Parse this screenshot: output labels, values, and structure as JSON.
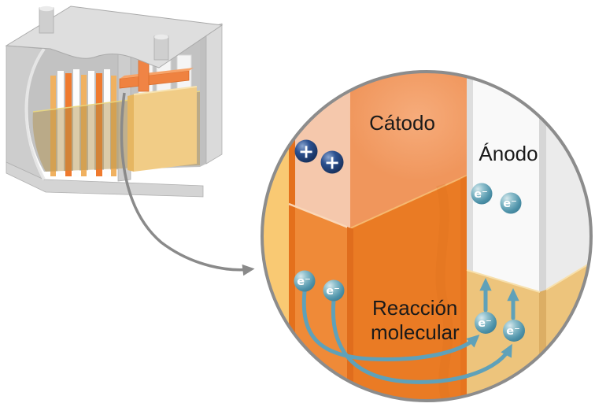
{
  "figure": {
    "background_color": "#ffffff",
    "battery": {
      "colors": {
        "case": "#dedede",
        "case_wall": "#cdcdcd",
        "interior": "#c2c2c2",
        "electrolyte": "#c8a254",
        "electrolyte_front_block": "#f1cc86",
        "plate_orange": "#ef7a2e",
        "plate_tan": "#f0b160",
        "plate_white": "#fdfdfd",
        "bus_bar_orange": "#ef8240",
        "terminal": "#cfcfcf",
        "wire": "#8a8a8a"
      }
    },
    "pointer_arrow_color": "#8a8a8a",
    "magnifier": {
      "ring_color": "#8c8c8c",
      "labels": {
        "cathode": "Cátodo",
        "anode": "Ánodo",
        "reaction_line1": "Reacción",
        "reaction_line2": "molecular"
      },
      "symbols": {
        "electron": "e⁻",
        "positive": "+"
      },
      "colors": {
        "cathode_front": "#f0965c",
        "cathode_front_submerged": "#ea7b24",
        "cathode_side": "#f5c8ac",
        "cathode_side_submerged": "#ef8a38",
        "cathode_edge": "#e06d1d",
        "electrolyte_left": "#f9c973",
        "electrolyte_left_edge": "#e4701c",
        "electrolyte_right": "#edc47c",
        "anode_plate": "#f9f9f9",
        "separator_left": "#dedede",
        "separator_right": "#d6d6d6",
        "background_right": "#ebebeb",
        "flow_arrow": "#5fa1b9",
        "electron_sphere": "#4f93aa",
        "positive_sphere": "#1d3f78",
        "label_text": "#1a1a1a"
      }
    }
  }
}
